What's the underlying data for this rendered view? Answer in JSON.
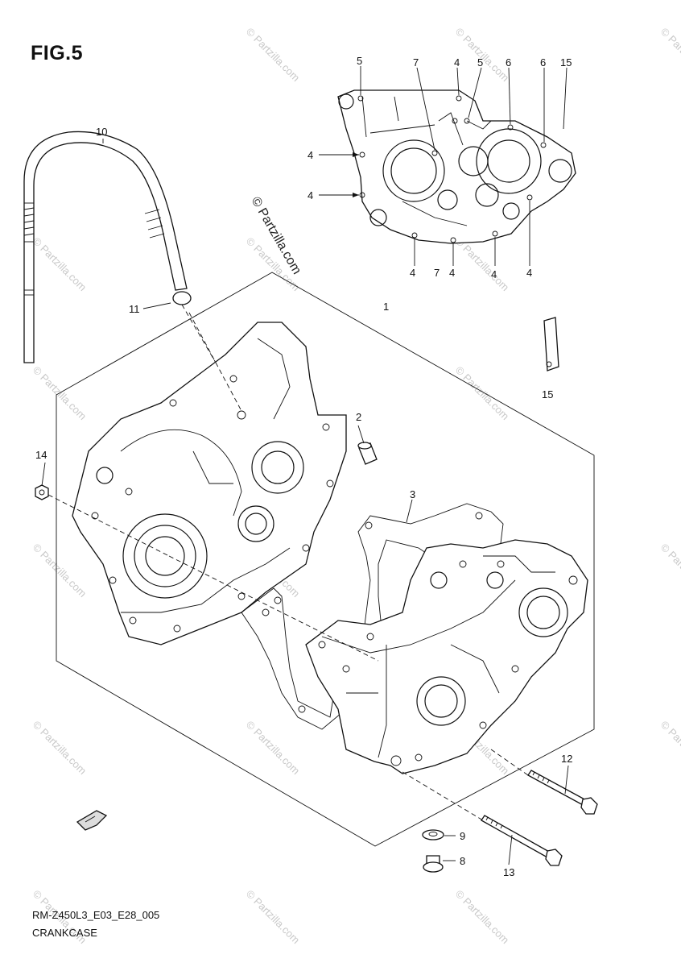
{
  "figure": {
    "title": "FIG.5",
    "code": "RM-Z450L3_E03_E28_005",
    "name": "CRANKCASE"
  },
  "watermark": {
    "text": "© Partzilla.com"
  },
  "callouts": [
    {
      "id": "c5a",
      "label": "5"
    },
    {
      "id": "c7a",
      "label": "7"
    },
    {
      "id": "c4a",
      "label": "4"
    },
    {
      "id": "c5b",
      "label": "5"
    },
    {
      "id": "c6a",
      "label": "6"
    },
    {
      "id": "c6b",
      "label": "6"
    },
    {
      "id": "c15a",
      "label": "15"
    },
    {
      "id": "c4b",
      "label": "4"
    },
    {
      "id": "c4c",
      "label": "4"
    },
    {
      "id": "c4d",
      "label": "4"
    },
    {
      "id": "c7b",
      "label": "7"
    },
    {
      "id": "c4e",
      "label": "4"
    },
    {
      "id": "c4f",
      "label": "4"
    },
    {
      "id": "c4g",
      "label": "4"
    },
    {
      "id": "c10",
      "label": "10"
    },
    {
      "id": "c11",
      "label": "11"
    },
    {
      "id": "c1",
      "label": "1"
    },
    {
      "id": "c15b",
      "label": "15"
    },
    {
      "id": "c2",
      "label": "2"
    },
    {
      "id": "c14",
      "label": "14"
    },
    {
      "id": "c3",
      "label": "3"
    },
    {
      "id": "c12",
      "label": "12"
    },
    {
      "id": "c9",
      "label": "9"
    },
    {
      "id": "c8",
      "label": "8"
    },
    {
      "id": "c13",
      "label": "13"
    }
  ]
}
